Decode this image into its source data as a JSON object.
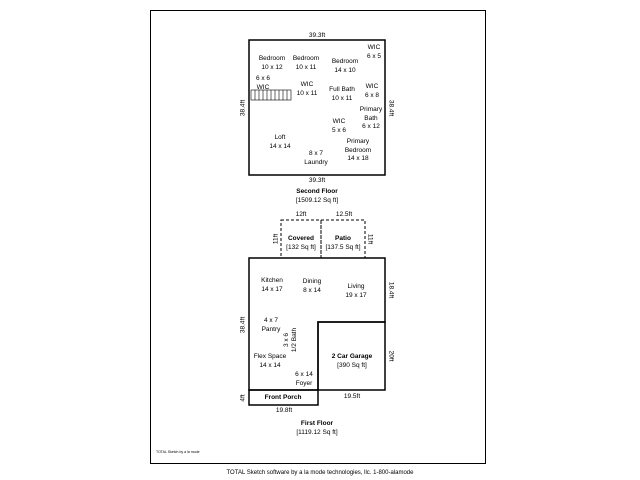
{
  "second_floor": {
    "title": "Second Floor",
    "area": "[1509.12 Sq ft]",
    "dim_top": "39.3ft",
    "dim_bottom": "39.3ft",
    "dim_left": "38.4ft",
    "dim_right": "38.4ft",
    "rooms": [
      {
        "name": "Bedroom",
        "size": "10 x 12"
      },
      {
        "name": "Bedroom",
        "size": "10 x 11"
      },
      {
        "name": "Bedroom",
        "size": "14 x 10"
      },
      {
        "name": "WIC",
        "size": "6 x 5"
      },
      {
        "name": "6 x 6",
        "size": "WIC"
      },
      {
        "name": "WIC",
        "size": "10 x 11"
      },
      {
        "name": "Full Bath",
        "size": "10 x 11"
      },
      {
        "name": "WIC",
        "size": "6 x 8"
      },
      {
        "name": "Primary",
        "name2": "Bath",
        "size": "6 x 12"
      },
      {
        "name": "WIC",
        "size": "5 x 6"
      },
      {
        "name": "Loft",
        "size": "14 x 14"
      },
      {
        "name": "Primary",
        "name2": "Bedroom",
        "size": "14 x 18"
      },
      {
        "name": "8 x 7",
        "size": "Laundry"
      }
    ]
  },
  "first_floor": {
    "title": "First Floor",
    "area": "[1119.12 Sq ft]",
    "covered": {
      "name": "Covered",
      "area": "[132 Sq ft]",
      "dim_top": "12ft",
      "dim_left": "11ft"
    },
    "patio": {
      "name": "Patio",
      "area": "[137.5 Sq ft]",
      "dim_top": "12.5ft",
      "dim_right": "11ft"
    },
    "dim_left": "38.4ft",
    "dim_right": "18.4ft",
    "dim_garage_right": "20ft",
    "dim_garage_bottom": "19.5ft",
    "dim_bottom": "19.8ft",
    "dim_porch_left": "4ft",
    "rooms": [
      {
        "name": "Kitchen",
        "size": "14 x 17"
      },
      {
        "name": "Dining",
        "size": "8 x 14"
      },
      {
        "name": "Living",
        "size": "19 x 17"
      },
      {
        "name": "4 x 7",
        "size": "Pantry"
      },
      {
        "name": "3 x 6",
        "size": "1/2 Bath"
      },
      {
        "name": "Flex Space",
        "size": "14 x 14"
      },
      {
        "name": "6 x 14",
        "size": "Foyer"
      }
    ],
    "garage": {
      "name": "2 Car Garage",
      "area": "[390 Sq ft]"
    },
    "porch": {
      "name": "Front Porch"
    }
  },
  "watermark": "TOTAL Sketch by a la mode",
  "footer": "TOTAL Sketch software by a la mode technologies, llc. 1-800-alamode"
}
